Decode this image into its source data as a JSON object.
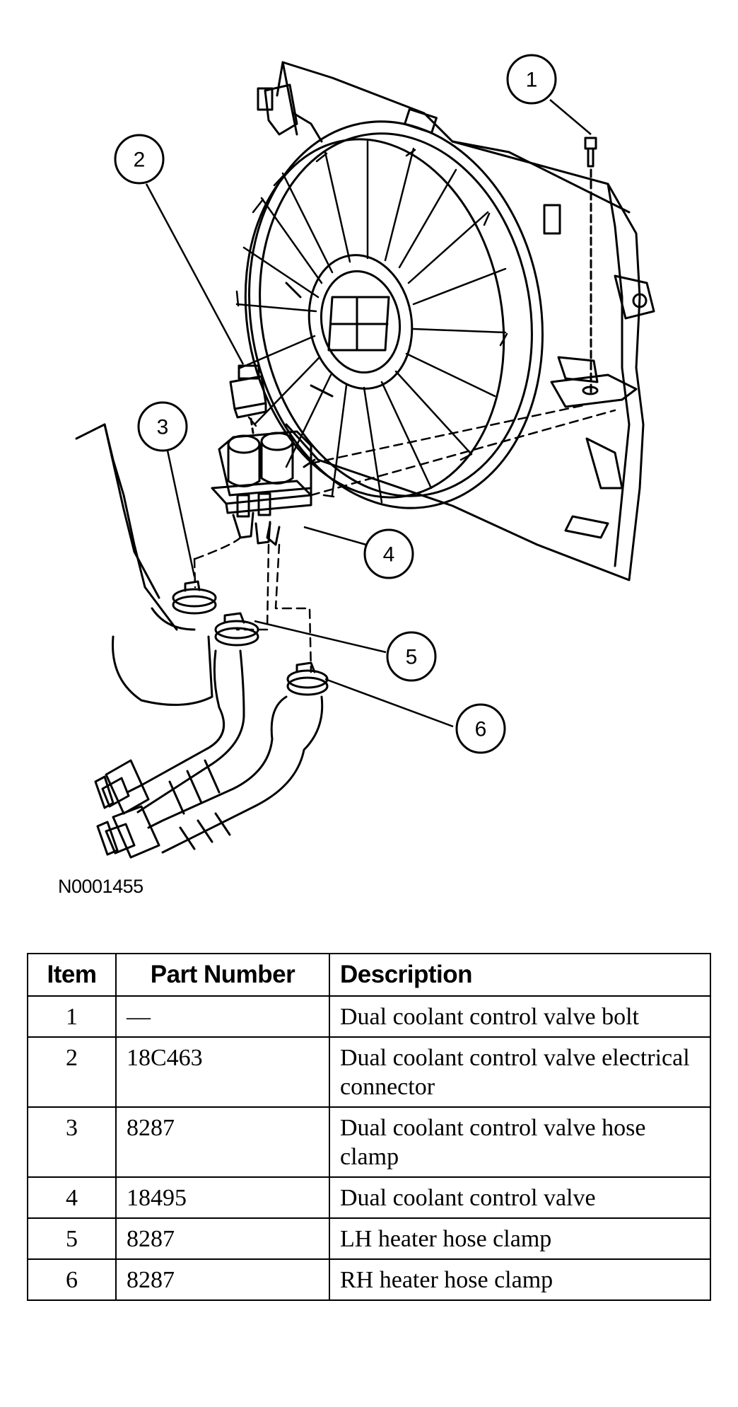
{
  "figure": {
    "id": "N0001455",
    "callouts": [
      "1",
      "2",
      "3",
      "4",
      "5",
      "6"
    ]
  },
  "table": {
    "headers": {
      "item": "Item",
      "part_number": "Part Number",
      "description": "Description"
    },
    "rows": [
      {
        "item": "1",
        "part_number": "—",
        "description": "Dual coolant control valve bolt"
      },
      {
        "item": "2",
        "part_number": "18C463",
        "description": "Dual coolant control valve electrical connector"
      },
      {
        "item": "3",
        "part_number": "8287",
        "description": "Dual coolant control valve hose clamp"
      },
      {
        "item": "4",
        "part_number": "18495",
        "description": "Dual coolant control valve"
      },
      {
        "item": "5",
        "part_number": "8287",
        "description": "LH heater hose clamp"
      },
      {
        "item": "6",
        "part_number": "8287",
        "description": "RH heater hose clamp"
      }
    ]
  }
}
